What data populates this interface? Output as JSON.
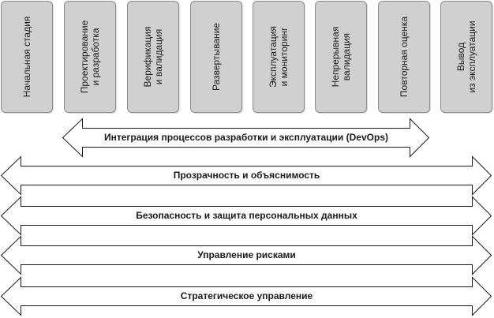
{
  "stages": [
    {
      "label": "Начальная стадия"
    },
    {
      "label": "Проектирование\nи разработка"
    },
    {
      "label": "Верификация\nи валидация"
    },
    {
      "label": "Развертывание"
    },
    {
      "label": "Эксплуатация\nи мониторинг"
    },
    {
      "label": "Непрерывная\nвалидация"
    },
    {
      "label": "Повторная оценка"
    },
    {
      "label": "Вывод\nиз эксплуатации"
    }
  ],
  "devops_band": {
    "label": "Интеграция процессов разработки и эксплуатации (DevOps)"
  },
  "bands": [
    {
      "label": "Прозрачность и объяснимость"
    },
    {
      "label": "Безопасность и защита персональных данных"
    },
    {
      "label": "Управление рисками"
    },
    {
      "label": "Стратегическое управление"
    }
  ],
  "colors": {
    "box_fill": "#d0d0d0",
    "box_border": "#8c8c8c",
    "arrow_stroke": "#1a1a1a",
    "arrow_fill": "#ffffff"
  }
}
